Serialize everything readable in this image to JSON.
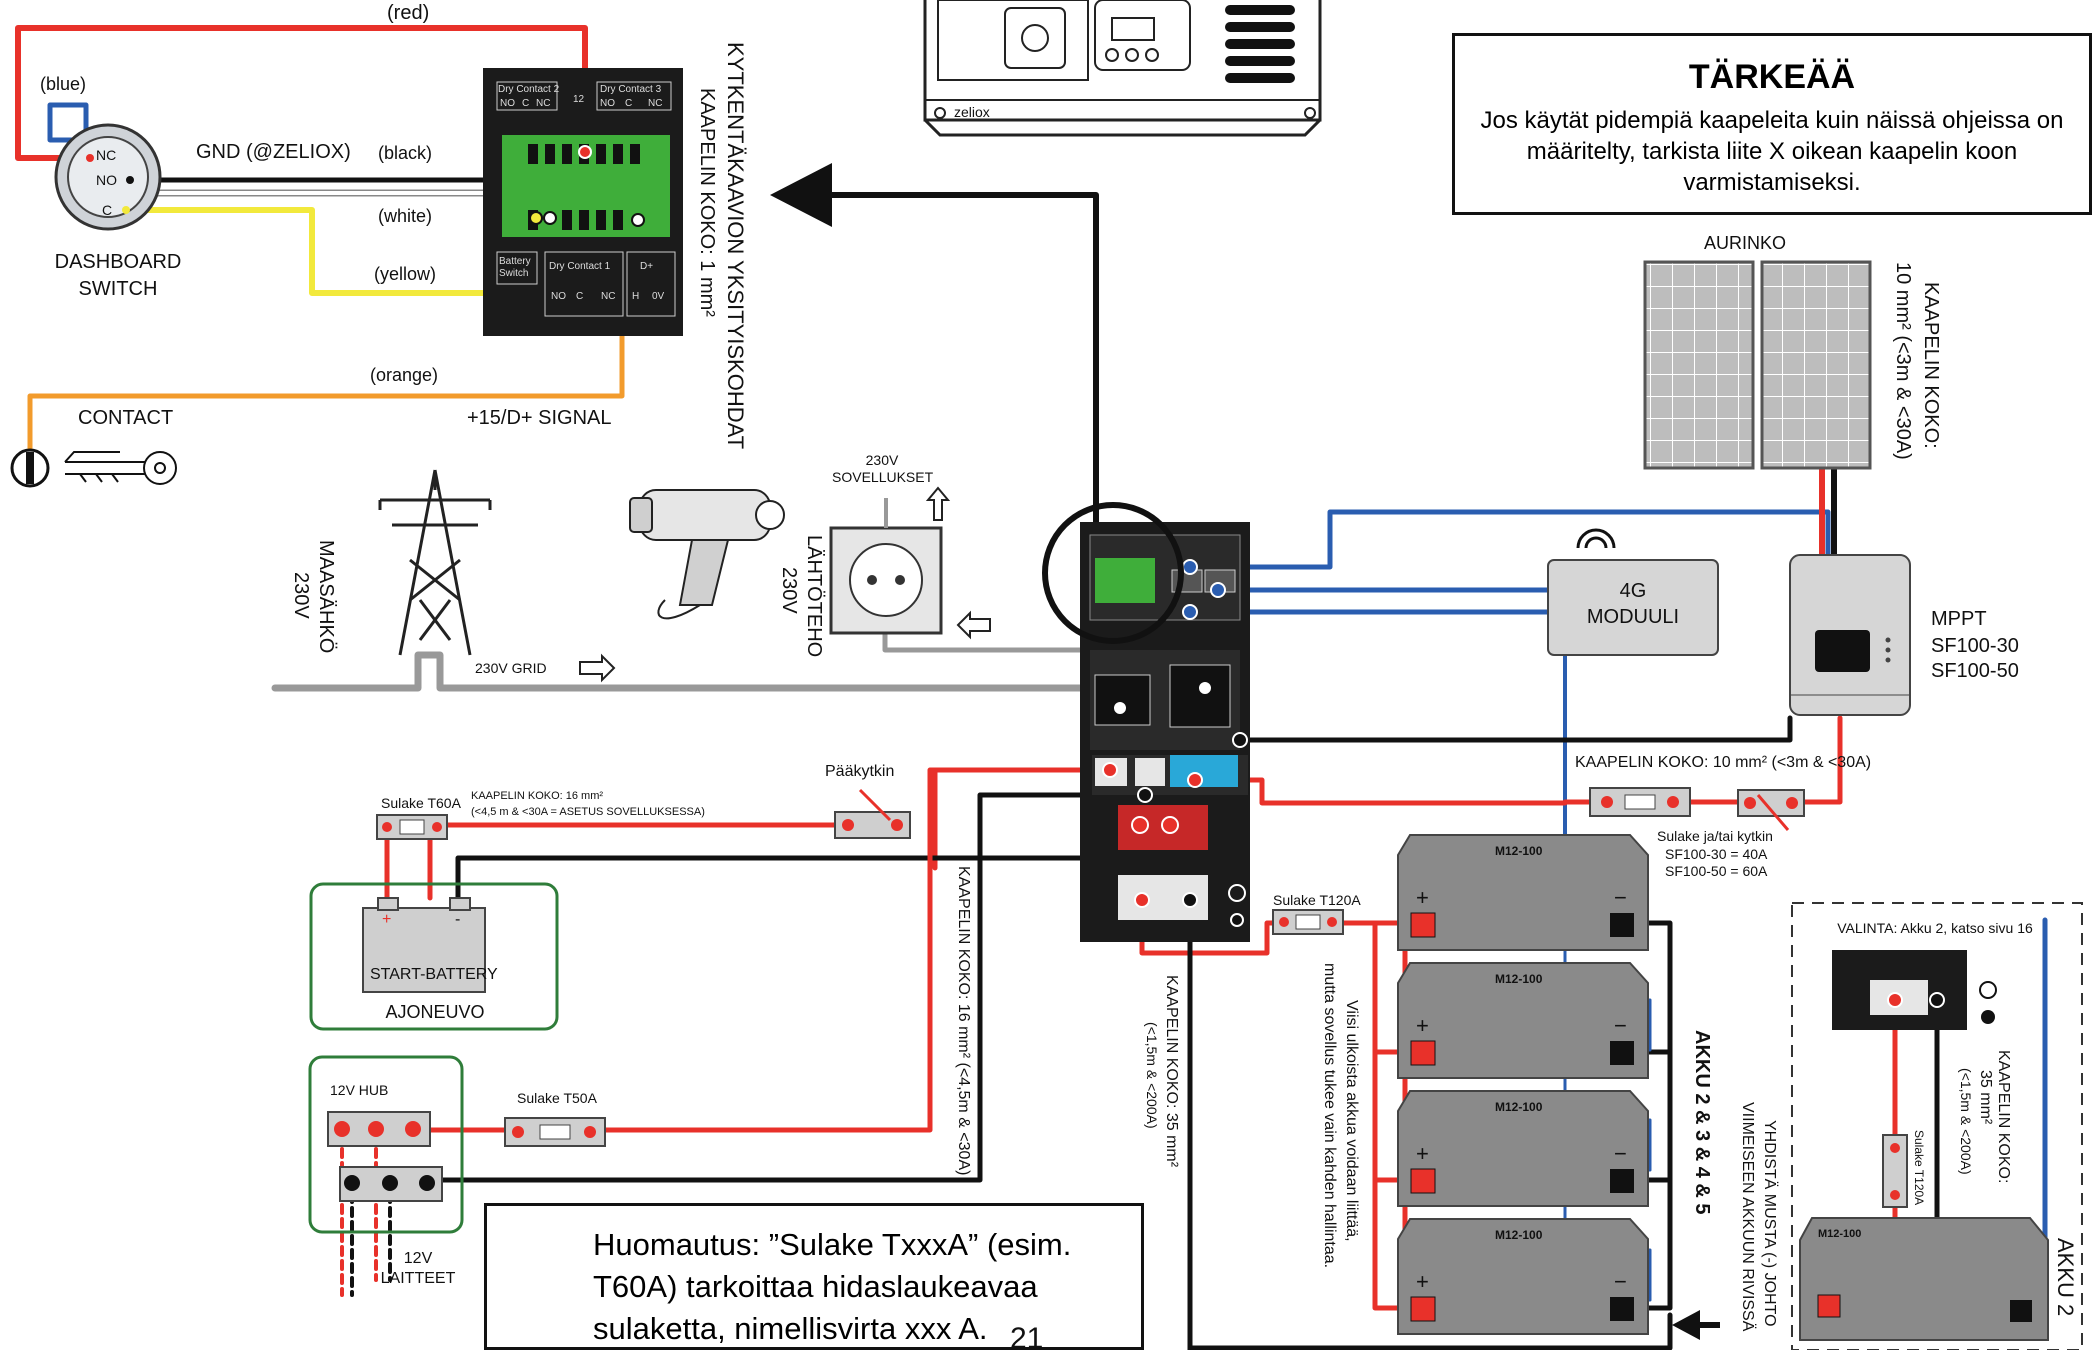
{
  "important_note": {
    "title": "TÄRKEÄÄ",
    "body": "Jos käytät pidempiä kaapeleita kuin näissä ohjeissa on määritelty, tarkista liite X oikean kaapelin koon varmistamiseksi."
  },
  "warning_note": {
    "text": "Huomautus: ”Sulake TxxxA” (esim. T60A) tarkoittaa hidaslaukeavaa sulaketta, nimellisvirta xxx A."
  },
  "page_number": "21",
  "wires": {
    "red": "(red)",
    "blue": "(blue)",
    "black": "(black)",
    "white": "(white)",
    "yellow": "(yellow)",
    "orange": "(orange)",
    "gnd": "GND (@ZELIOX)",
    "signal": "+15/D+ SIGNAL"
  },
  "dashboard_switch": {
    "label_line1": "DASHBOARD",
    "label_line2": "SWITCH",
    "nc": "NC",
    "no": "NO",
    "c": "C"
  },
  "contact": {
    "label": "CONTACT"
  },
  "dry_contact_panel": {
    "top_left": "Dry Contact 2",
    "top_right": "Dry Contact 3",
    "top_left_pins": [
      "NO",
      "C",
      "NC"
    ],
    "top_right_pins": [
      "NO",
      "C",
      "NC"
    ],
    "top_mid": "12",
    "bottom_left": "Battery Switch",
    "bottom_mid": "Dry Contact 1",
    "bottom_right": "D+",
    "bottom_pins": [
      "NO",
      "C",
      "NC",
      "H",
      "0V"
    ]
  },
  "detail_label": {
    "line1": "KYTKENTÄKAAVION YKSITYISKOHDAT",
    "line2": "KAAPELIN KOKO: 1 mm²"
  },
  "grid": {
    "label_line1": "MAASÄHKÖ",
    "label_line2": "230V",
    "grid_text": "230V GRID"
  },
  "output": {
    "label_line1": "LÄHTÖTEHO",
    "label_line2": "230V",
    "apps_line1": "230V",
    "apps_line2": "SOVELLUKSET"
  },
  "solar": {
    "title": "AURINKO",
    "cable_line1": "KAAPELIN KOKO:",
    "cable_line2": "10 mm² (<3m & <30A)"
  },
  "mppt": {
    "title": "MPPT",
    "model1": "SF100-30",
    "model2": "SF100-50",
    "cable": "KAAPELIN KOKO: 10 mm² (<3m & <30A)",
    "fuse_title": "Sulake ja/tai kytkin",
    "fuse_1": "SF100-30 = 40A",
    "fuse_2": "SF100-50 = 60A"
  },
  "module_4g": {
    "line1": "4G",
    "line2": "MODUULI"
  },
  "main_switch": {
    "label": "Pääkytkin"
  },
  "start_battery": {
    "fuse": "Sulake T60A",
    "cable_line1": "KAAPELIN KOKO: 16 mm²",
    "cable_line2": "(<4,5 m & <30A = ASETUS SOVELLUKSESSA)",
    "battery": "START-BATTERY",
    "plus": "+",
    "minus": "-",
    "group": "AJONEUVO"
  },
  "hub": {
    "title": "12V HUB",
    "fuse": "Sulake T50A",
    "devices_line1": "12V",
    "devices_line2": "LAITTEET",
    "cable": "KAAPELIN KOKO: 16 mm² (<4,5m & <30A)"
  },
  "battery_cable": {
    "line1": "KAAPELIN KOKO: 35 mm²",
    "line2": "(<1,5m & <200A)",
    "fuse": "Sulake T120A"
  },
  "batteries": {
    "model": "M12-100",
    "group": "AKKU 2 & 3 & 4 & 5",
    "note_line1": "Viisi ulkoista akkua voidaan liittää,",
    "note_line2": "mutta sovellus tukee vain kahden hallintaa.",
    "connect_line1": "YHDISTÄ MUSTA (-) JOHTO",
    "connect_line2": "VIIMEISEEN AKKUUN RIVISSÄ"
  },
  "option": {
    "title": "VALINTA: Akku 2, katso sivu 16",
    "fuse": "Sulake T120A",
    "cable_line1": "KAAPELIN KOKO:",
    "cable_line2": "35 mm²",
    "cable_line3": "(<1,5m & <200A)",
    "battery_label": "AKKU 2",
    "model": "M12-100"
  },
  "inverter_brand": "zeliox",
  "colors": {
    "red": "#e8312a",
    "blue": "#2a5db0",
    "black": "#111111",
    "yellow": "#f2e93c",
    "orange": "#f29b2c",
    "green_panel": "#3fae3a",
    "device_grey": "#d6d6d6",
    "frame_green": "#2f7d3a"
  }
}
